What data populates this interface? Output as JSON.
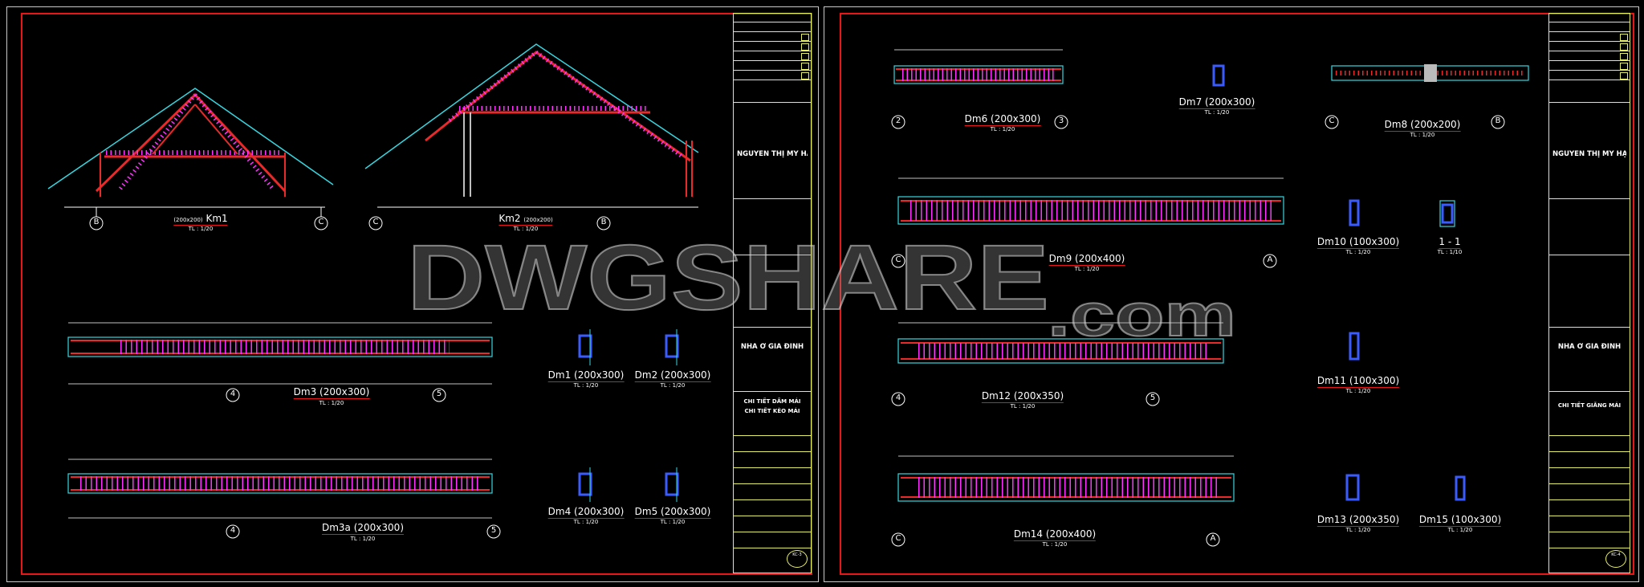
{
  "watermark": {
    "main": "DWGSHARE",
    "suffix": ".com"
  },
  "sheets": [
    {
      "owner": "NGUYỄN THỊ MỸ HẠNH",
      "project": "NHÀ Ở GIA ĐÌNH",
      "sheet_title_1": "CHI TIẾT DẦM MÁI",
      "sheet_title_2": "CHI TIẾT KÈO MÁI",
      "stamp": "KC-3",
      "drawings": [
        {
          "label": "Km1",
          "scale": "TL : 1/20",
          "extra": "(200x200)"
        },
        {
          "label": "Km2",
          "scale": "TL : 1/20",
          "extra": "(200x200)"
        },
        {
          "label": "Dm3 (200x300)",
          "scale": "TL : 1/20"
        },
        {
          "label": "Dm3a (200x300)",
          "scale": "TL : 1/20"
        },
        {
          "label": "Dm1 (200x300)",
          "scale": "TL : 1/20"
        },
        {
          "label": "Dm2 (200x300)",
          "scale": "TL : 1/20"
        },
        {
          "label": "Dm4 (200x300)",
          "scale": "TL : 1/20"
        },
        {
          "label": "Dm5 (200x300)",
          "scale": "TL : 1/20"
        }
      ],
      "axes": [
        "B",
        "C",
        "C",
        "B",
        "4",
        "5",
        "4",
        "5"
      ]
    },
    {
      "owner": "NGUYỄN THỊ MỸ HẠNH",
      "project": "NHÀ Ở GIA ĐÌNH",
      "sheet_title_1": "CHI TIẾT GIẰNG MÁI",
      "stamp": "KC-4",
      "drawings": [
        {
          "label": "Dm6 (200x300)",
          "scale": "TL : 1/20"
        },
        {
          "label": "Dm7 (200x300)",
          "scale": "TL : 1/20"
        },
        {
          "label": "Dm8 (200x200)",
          "scale": "TL : 1/20"
        },
        {
          "label": "Dm9 (200x400)",
          "scale": "TL : 1/20"
        },
        {
          "label": "Dm10 (100x300)",
          "scale": "TL : 1/20"
        },
        {
          "label": "1 - 1",
          "scale": "TL : 1/10"
        },
        {
          "label": "Dm11 (100x300)",
          "scale": "TL : 1/20"
        },
        {
          "label": "Dm12 (200x350)",
          "scale": "TL : 1/20"
        },
        {
          "label": "Dm13 (200x350)",
          "scale": "TL : 1/20"
        },
        {
          "label": "Dm14 (200x400)",
          "scale": "TL : 1/20"
        },
        {
          "label": "Dm15 (100x300)",
          "scale": "TL : 1/20"
        }
      ],
      "axes": [
        "2",
        "3",
        "C",
        "B",
        "C",
        "A",
        "4",
        "5",
        "C",
        "A"
      ]
    }
  ]
}
